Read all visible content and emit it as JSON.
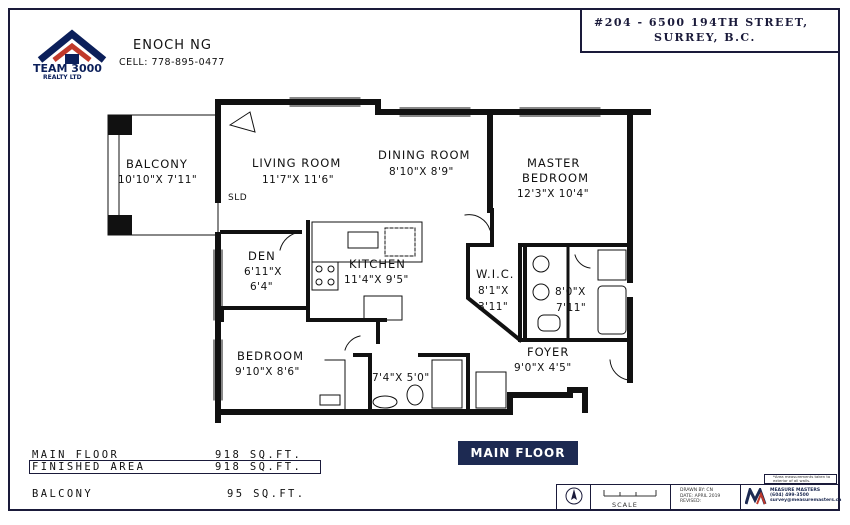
{
  "agent": {
    "logo_text": "TEAM 3000",
    "logo_sub": "REALTY LTD",
    "name": "ENOCH NG",
    "cell": "CELL: 778-895-0477"
  },
  "address": {
    "line1": "#204 - 6500 194TH STREET,",
    "line2": "SURREY, B.C."
  },
  "rooms": {
    "balcony": {
      "name": "BALCONY",
      "dims": "10'10\"X 7'11\""
    },
    "living": {
      "name": "LIVING ROOM",
      "dims": "11'7\"X 11'6\""
    },
    "dining": {
      "name": "DINING ROOM",
      "dims": "8'10\"X 8'9\""
    },
    "master": {
      "name": "MASTER",
      "name2": "BEDROOM",
      "dims": "12'3\"X 10'4\""
    },
    "den": {
      "name": "DEN",
      "dims": "6'11\"X",
      "dims2": "6'4\""
    },
    "kitchen": {
      "name": "KITCHEN",
      "dims": "11'4\"X 9'5\""
    },
    "wic": {
      "name": "W.I.C.",
      "dims": "8'1\"X",
      "dims2": "3'11\""
    },
    "ensuite": {
      "dims": "8'0\"X",
      "dims2": "7'11\""
    },
    "bedroom": {
      "name": "BEDROOM",
      "dims": "9'10\"X 8'6\""
    },
    "bath": {
      "dims": "7'4\"X 5'0\""
    },
    "foyer": {
      "name": "FOYER",
      "dims": "9'0\"X 4'5\""
    },
    "sld": "SLD"
  },
  "areas": [
    {
      "label": "MAIN FLOOR",
      "value": "918 SQ.FT."
    },
    {
      "label": "FINISHED AREA",
      "value": "918 SQ.FT."
    },
    {
      "label": "BALCONY",
      "value": "95 SQ.FT."
    }
  ],
  "floor_button": "MAIN FLOOR",
  "footer": {
    "scale": "SCALE",
    "drawn_by": "DRAWN BY: CN",
    "date": "DATE: APRIL 2019",
    "revised": "REVISED:",
    "note": "*Area measurements taken to exterior of all walls.",
    "company": "MEASURE MASTERS",
    "phone": "(604) 499-3500",
    "email": "survey@measuremasters.ca"
  },
  "colors": {
    "navy": "#1d2a52",
    "wall": "#111111",
    "brand_red": "#c0392b"
  }
}
